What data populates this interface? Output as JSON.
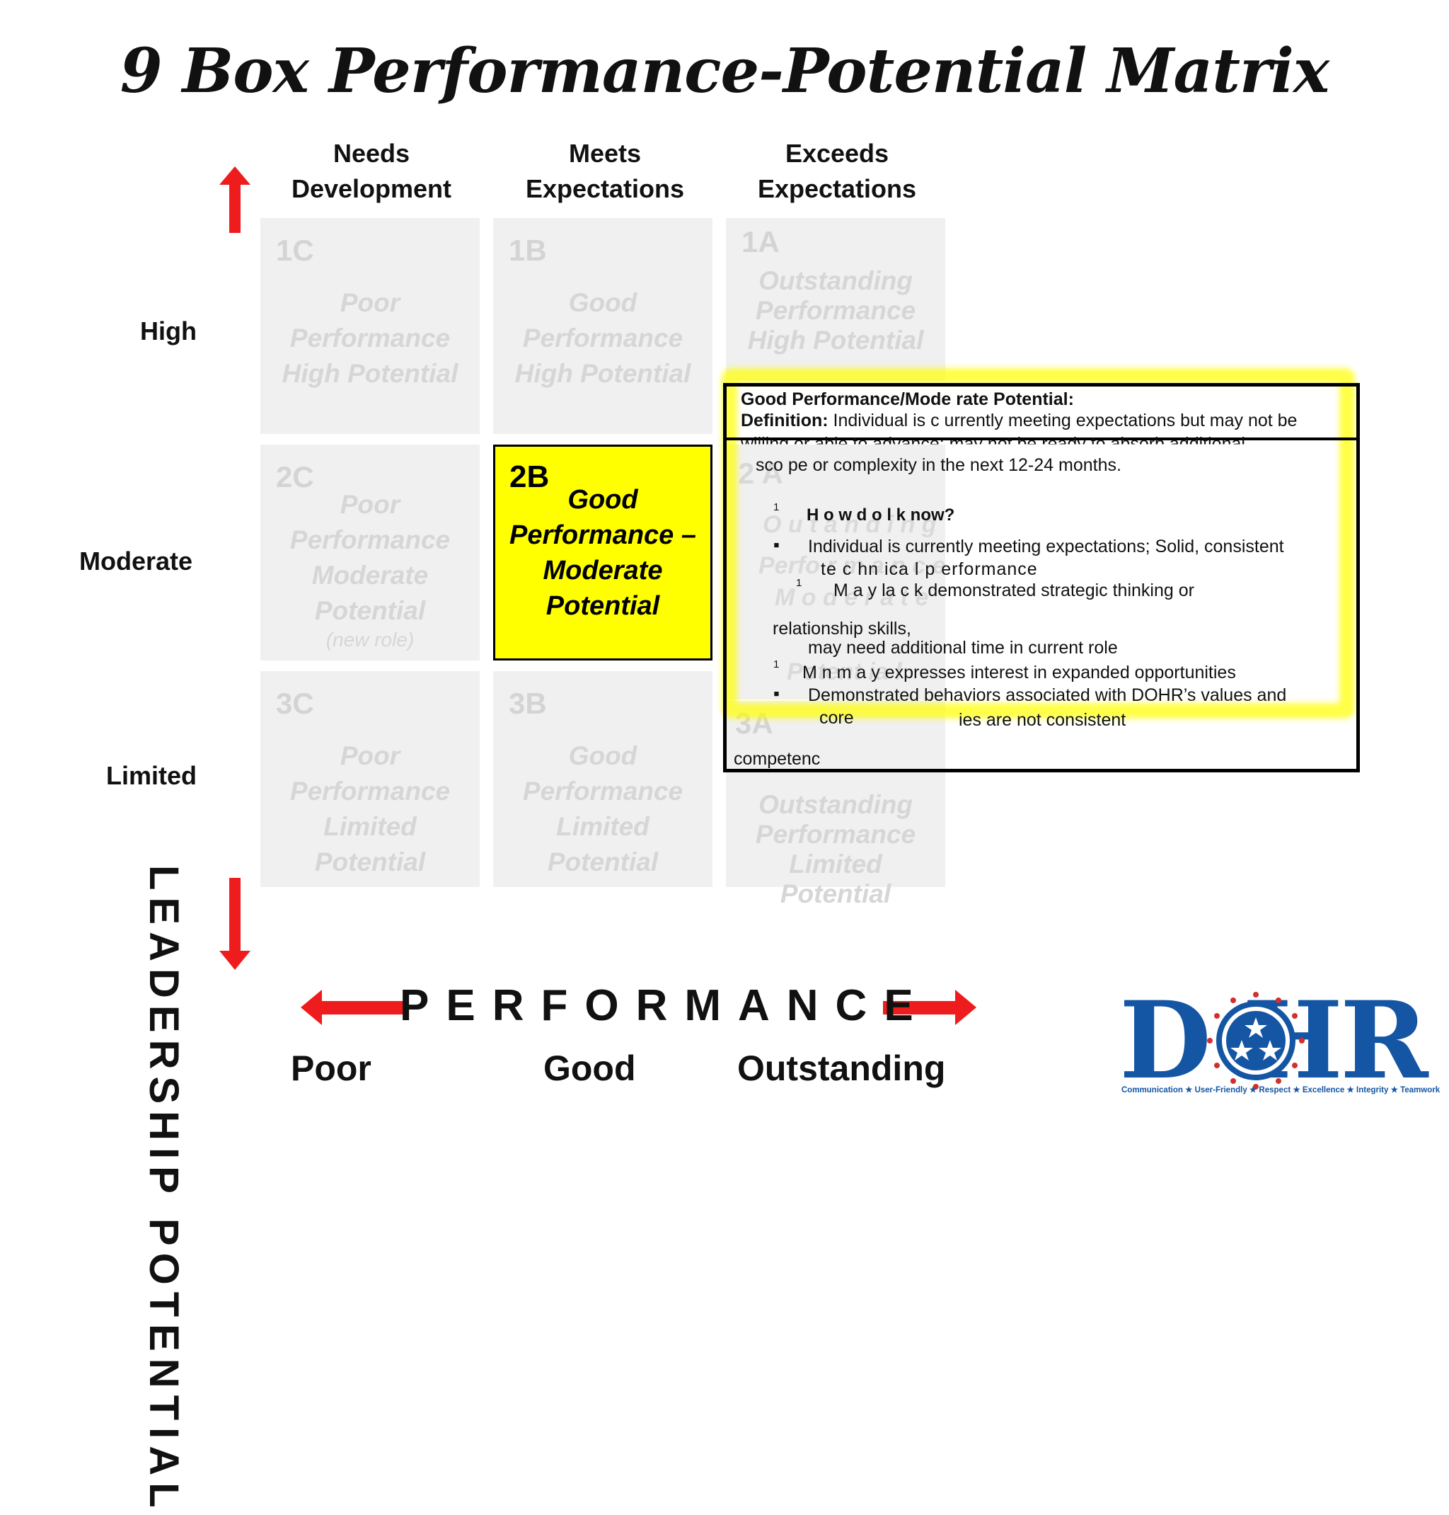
{
  "title": "9 Box Performance-Potential Matrix",
  "columns": [
    {
      "line1": "Needs",
      "line2": "Development"
    },
    {
      "line1": "Meets",
      "line2": "Expectations"
    },
    {
      "line1": "Exceeds",
      "line2": "Expectations"
    }
  ],
  "rows": [
    "High",
    "Moderate",
    "Limited"
  ],
  "y_axis_label": "LEADERSHIP  POTENTIAL",
  "x_axis_label": "PERFORMANCE",
  "x_categories": [
    "Poor",
    "Good",
    "Outstanding"
  ],
  "cells": {
    "c1C": {
      "code": "1C",
      "l1": "Poor",
      "l2": "Performance",
      "l3": "High Potential"
    },
    "c1B": {
      "code": "1B",
      "l1": "Good",
      "l2": "Performance",
      "l3": "High Potential"
    },
    "c1A": {
      "code": "1A",
      "l1": "Outstanding",
      "l2": "Performance",
      "l3": "High Potential"
    },
    "c2C": {
      "code": "2C",
      "l1": "Poor",
      "l2": "Performance",
      "l3": "Moderate",
      "l4": "Potential",
      "note": "(new role)"
    },
    "c2B": {
      "code": "2B",
      "l1": "Good",
      "l2": "Performance –",
      "l3": "Moderate",
      "l4": "Potential"
    },
    "c3C": {
      "code": "3C",
      "l1": "Poor",
      "l2": "Performance",
      "l3": "Limited",
      "l4": "Potential"
    },
    "c3B": {
      "code": "3B",
      "l1": "Good",
      "l2": "Performance",
      "l3": "Limited",
      "l4": "Potential"
    },
    "c3A": {
      "code": "3A",
      "l1": "Outstanding",
      "l2": "Performance",
      "l3": "Limited",
      "l4": "Potential"
    }
  },
  "popup": {
    "heading": "Good Performance/Mode     rate Potential:",
    "def_label": "Definition:",
    "def_line1": " Individual is c    urrently meeting expectations but may not be",
    "def_line2": "willing or able to advance;  may not be ready to absorb additional",
    "def_line3": "sco    pe or complexity in the next 12-24 months.",
    "how_heading": "H o w  d  o l  k  now?",
    "bullet1_a": "Individual is currently meeting expectations; Solid, consistent",
    "bullet1_b": "te  c    hn    ica     l    p  erformance",
    "bullet2_a": "M    a   y   la    c  k  demonstrated strategic thinking or",
    "bullet2_b": "relationship skills,",
    "bullet3": "may need additional time in current role",
    "bullet4": "M    n    m     a   y  expresses interest in expanded opportunities",
    "bullet5_a": "Demonstrated behaviors associated with DOHR’s values and",
    "bullet5_b": "core",
    "bullet5_c": "ies are not consistent",
    "bullet5_d": "competenc",
    "bullet_mark": "▪",
    "sub_mark": "1",
    "ghost_2a": "2   A",
    "ghost_outstanding": "O u  t  a  n  d  i  n  g",
    "ghost_performance": "Perfo r m  a  n  c  e",
    "ghost_moderate": "M    o  d  e  r  a  t  e",
    "ghost_potential": "Potent  ia l"
  },
  "logo": {
    "text": "D HR",
    "tagline": "Communication ★ User-Friendly ★ Respect ★ Excellence ★ Integrity ★ Teamwork"
  },
  "colors": {
    "highlight": "#ffff00",
    "arrow": "#ee1c1c",
    "logo_blue": "#1455a4",
    "cell_gray": "#f0f0f0"
  }
}
